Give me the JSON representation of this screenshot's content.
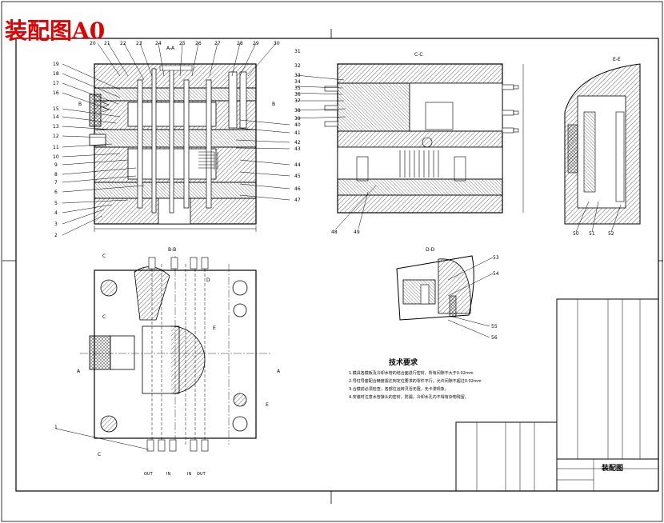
{
  "sheet_title": "装配图A0",
  "views": {
    "aa": "A-A",
    "cc": "C-C",
    "ee": "E-E",
    "bb": "B-B",
    "dd": "D-D"
  },
  "callouts": [
    "1",
    "2",
    "3",
    "4",
    "5",
    "6",
    "7",
    "8",
    "9",
    "10",
    "11",
    "12",
    "13",
    "14",
    "15",
    "16",
    "17",
    "18",
    "19",
    "20",
    "21",
    "22",
    "23",
    "24",
    "25",
    "26",
    "27",
    "28",
    "29",
    "30",
    "31",
    "32",
    "33",
    "34",
    "35",
    "36",
    "37",
    "38",
    "39",
    "40",
    "41",
    "42",
    "43",
    "44",
    "45",
    "46",
    "47",
    "48",
    "49",
    "50",
    "51",
    "52",
    "53",
    "54",
    "55",
    "56"
  ],
  "section_markers": {
    "A": "A",
    "B": "B",
    "C": "C",
    "D": "D",
    "E": "E"
  },
  "ports": [
    "OUT",
    "IN",
    "IN",
    "OUT"
  ],
  "tech_notes": {
    "title": "技术要求",
    "items": [
      "1.模具各模板及冷却水管的结合面进行密封，所有间隙不大于0.02mm",
      "2.导柱导套配合精度需达到定位要求的零件平行，允许间隙不超过0.02mm",
      "3.合模前必须检查，各部位运转灵活无阻，无卡滞现象。",
      "4.安装时注意水管接头的密封，防漏，冷却水孔内不得有杂物残留。"
    ]
  },
  "title_block": {
    "name": "装配图"
  },
  "colors": {
    "title_red": "#e00000",
    "line": "#000000",
    "hatch": "#000000"
  }
}
